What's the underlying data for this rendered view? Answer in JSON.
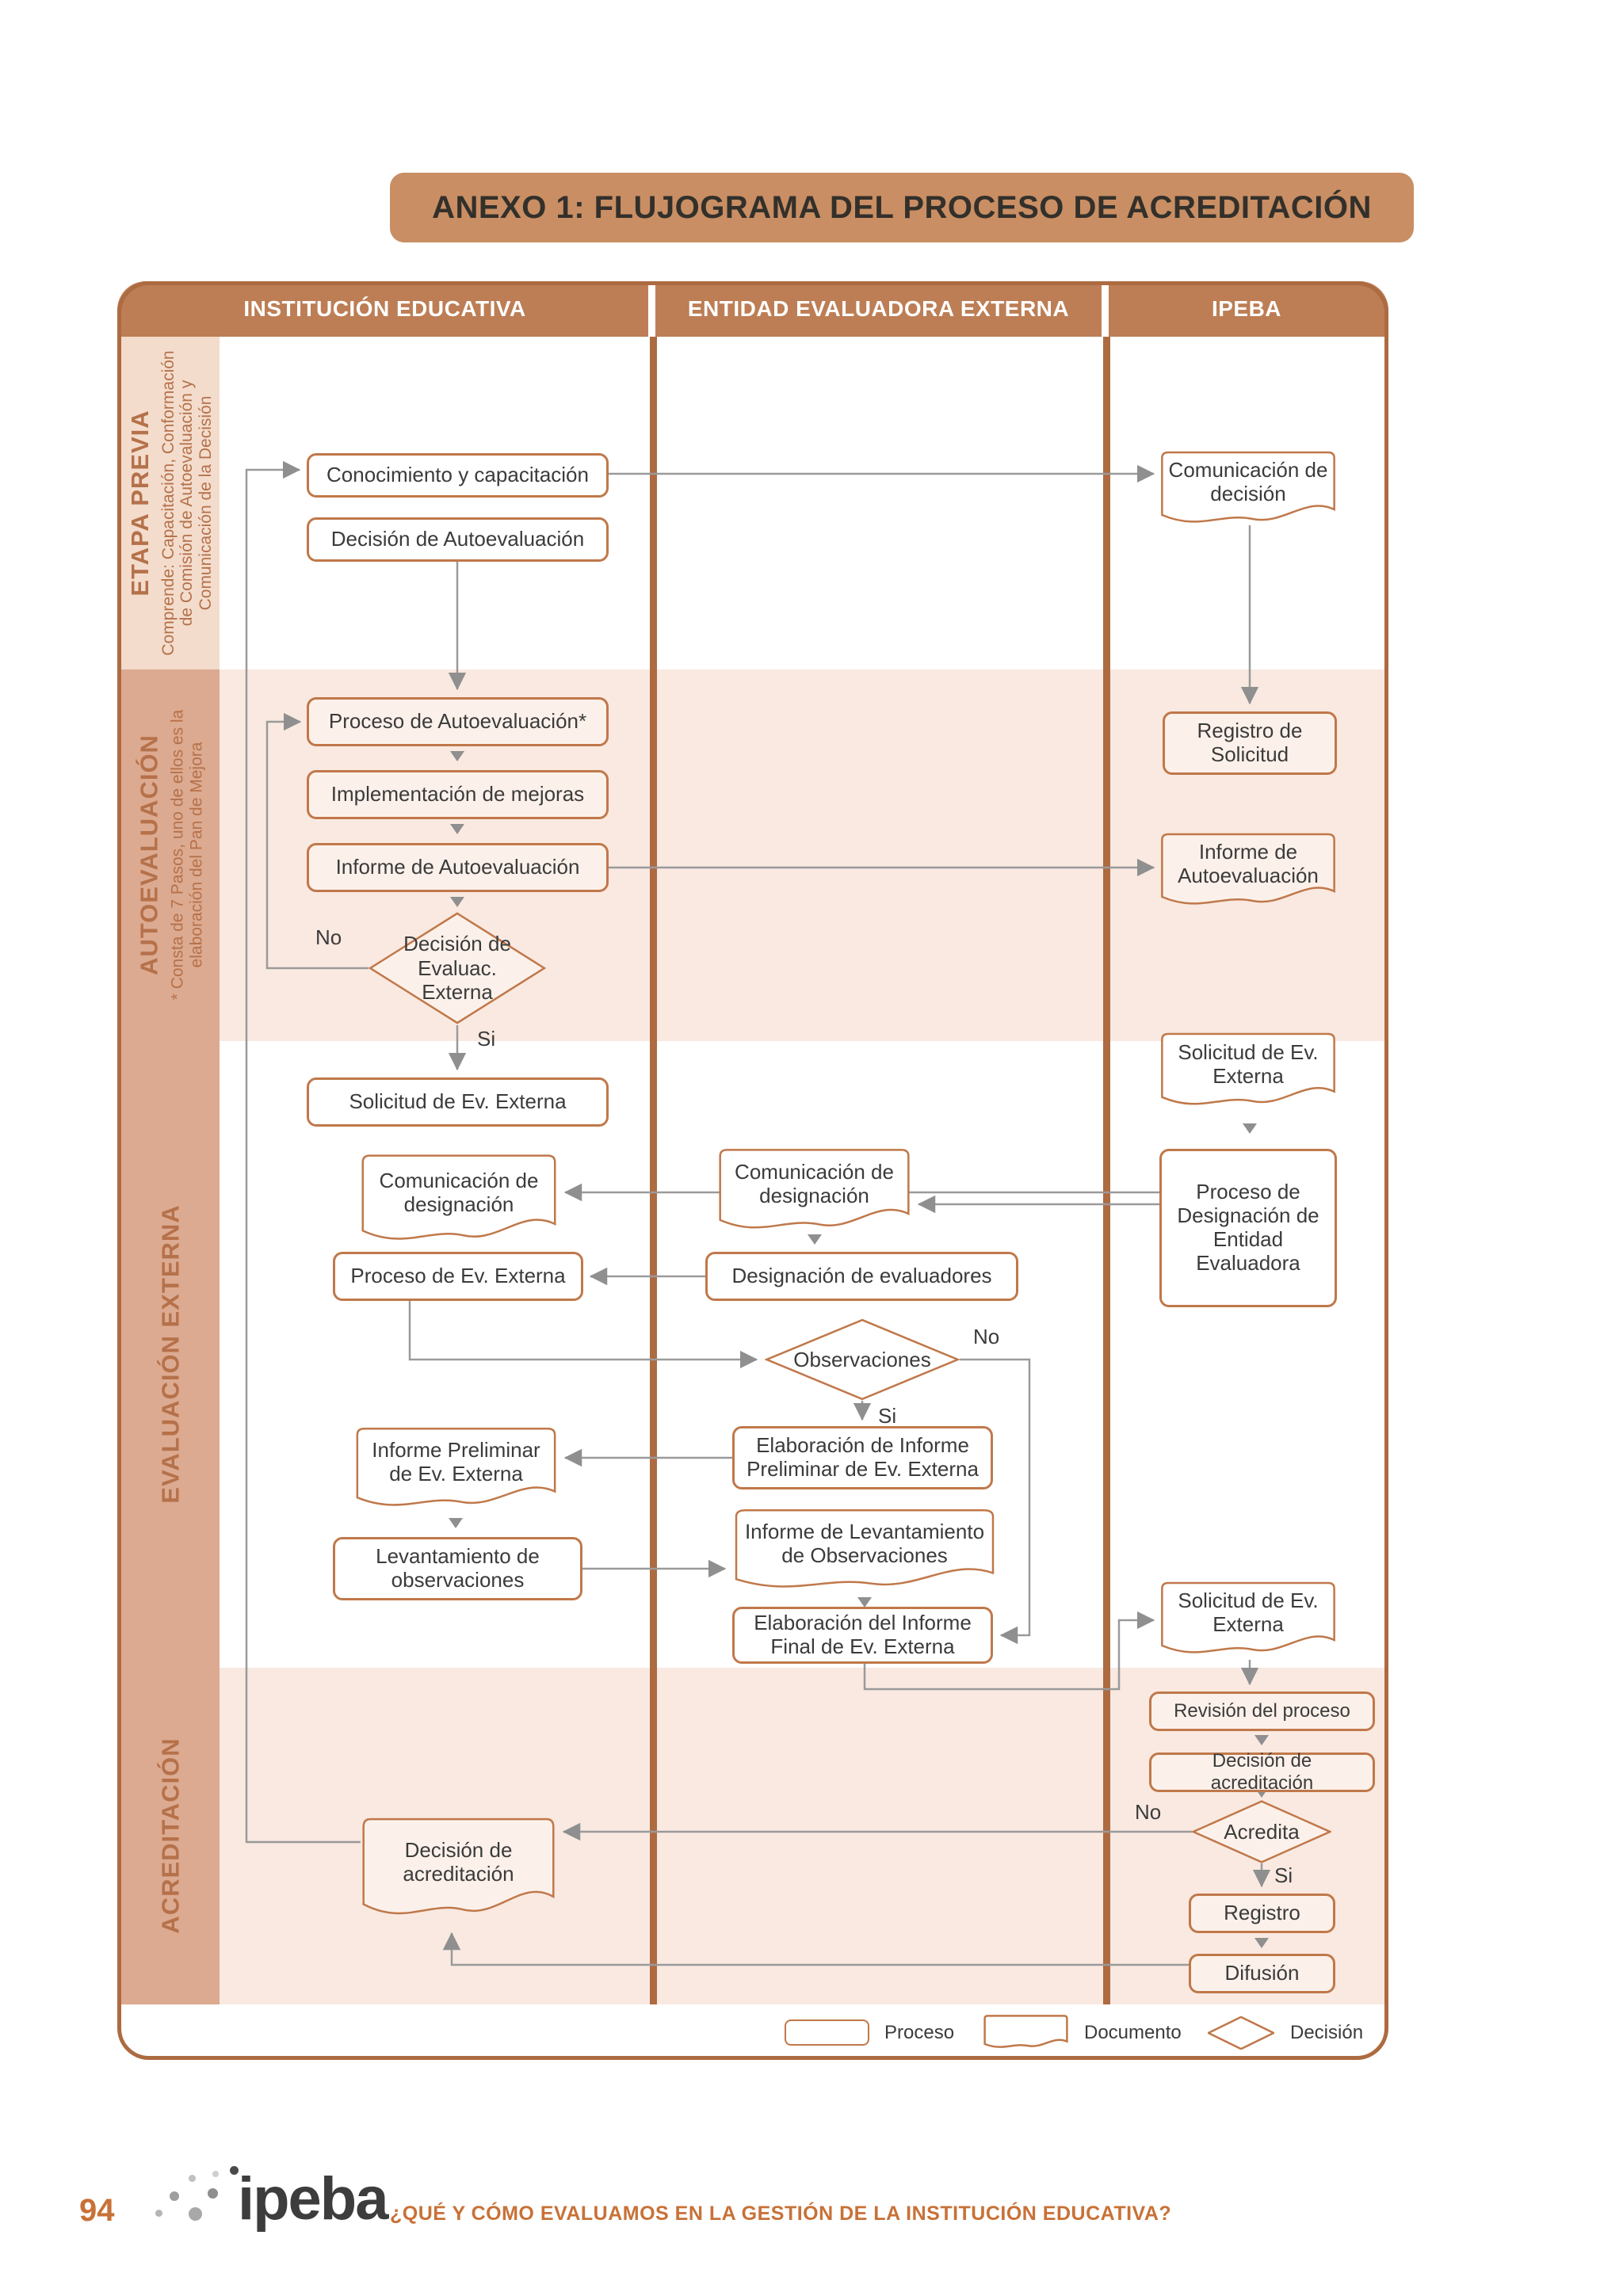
{
  "title": "ANEXO 1: FLUJOGRAMA DEL PROCESO DE ACREDITACIÓN",
  "header": {
    "col1": "INSTITUCIÓN EDUCATIVA",
    "col2": "ENTIDAD EVALUADORA EXTERNA",
    "col3": "IPEBA"
  },
  "stages": {
    "etapa_previa": {
      "label": "ETAPA PREVIA",
      "sub": "Comprende: Capacitación, Conformación de Comisión de Autoevaluación y Comunicación de la Decisión"
    },
    "autoevaluacion": {
      "label": "AUTOEVALUACIÓN",
      "sub": "* Consta de 7 Pasos, uno de ellos es la elaboración del Pan de Mejora"
    },
    "evaluacion_externa": {
      "label": "EVALUACIÓN EXTERNA",
      "sub": ""
    },
    "acreditacion": {
      "label": "ACREDITACIÓN",
      "sub": ""
    }
  },
  "nodes": {
    "conocimiento": "Conocimiento y capacitación",
    "decision_autoevaluacion": "Decisión de Autoevaluación",
    "comunicacion_decision": "Comunicación de decisión",
    "proceso_autoevaluacion": "Proceso de Autoevaluación*",
    "implementacion_mejoras": "Implementación de mejoras",
    "informe_autoevaluacion": "Informe de Autoevaluación",
    "registro_solicitud": "Registro de Solicitud",
    "informe_autoevaluacion_doc": "Informe de Autoevaluación",
    "decision_evaluac_externa": "Decisión de Evaluac. Externa",
    "solicitud_ev_externa_box": "Solicitud de Ev. Externa",
    "comunicacion_designacion_ie": "Comunicación de designación",
    "solicitud_ev_externa_doc1": "Solicitud de Ev. Externa",
    "proceso_designacion": "Proceso de Designación de Entidad Evaluadora",
    "comunicacion_designacion_ent": "Comunicación de designación",
    "designacion_evaluadores": "Designación de evaluadores",
    "proceso_ev_externa": "Proceso de Ev. Externa",
    "observaciones": "Observaciones",
    "elaboracion_informe_preliminar": "Elaboración de Informe Preliminar de Ev. Externa",
    "informe_preliminar": "Informe Preliminar de Ev. Externa",
    "levantamiento_observaciones": "Levantamiento de observaciones",
    "informe_levantamiento": "Informe de Levantamiento de Observaciones",
    "elaboracion_informe_final": "Elaboración del Informe Final de Ev. Externa",
    "solicitud_ev_externa_doc2": "Solicitud de Ev. Externa",
    "revision_proceso": "Revisión del proceso",
    "decision_acreditacion_box": "Decisión de acreditación",
    "acredita": "Acredita",
    "registro": "Registro",
    "difusion": "Difusión",
    "decision_acreditacion_doc": "Decisión de acreditación"
  },
  "labels": {
    "no": "No",
    "si": "Si"
  },
  "legend": {
    "proceso": "Proceso",
    "documento": "Documento",
    "decision": "Decisión"
  },
  "footer": {
    "page": "94",
    "logo": "ipeba",
    "caption": "¿QUÉ Y CÓMO EVALUAMOS EN LA GESTIÓN DE LA INSTITUCIÓN EDUCATIVA?"
  },
  "colors": {
    "accent": "#ad6b41",
    "header": "#bd7e55",
    "band_pink": "#f9e9e1",
    "sidebar_dark": "#dcaa90",
    "sidebar_light": "#f3dccc",
    "shape_border": "#c0784a",
    "line_gray": "#9a9a9a",
    "orange_text": "#c87137"
  }
}
